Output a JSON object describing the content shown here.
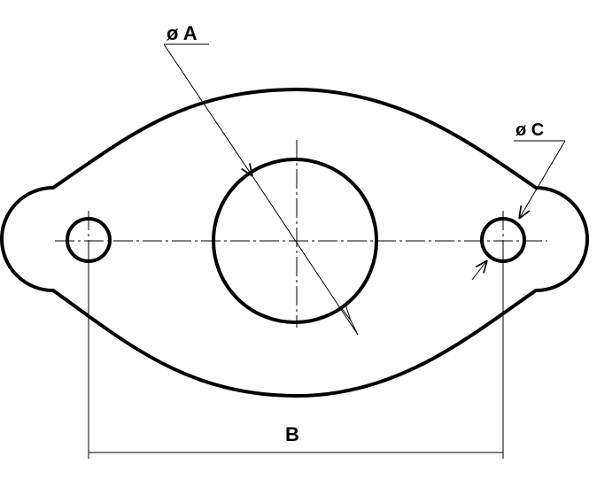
{
  "labels": {
    "dia_a": "ø A",
    "dia_c": "ø C",
    "dim_b": "B"
  }
}
